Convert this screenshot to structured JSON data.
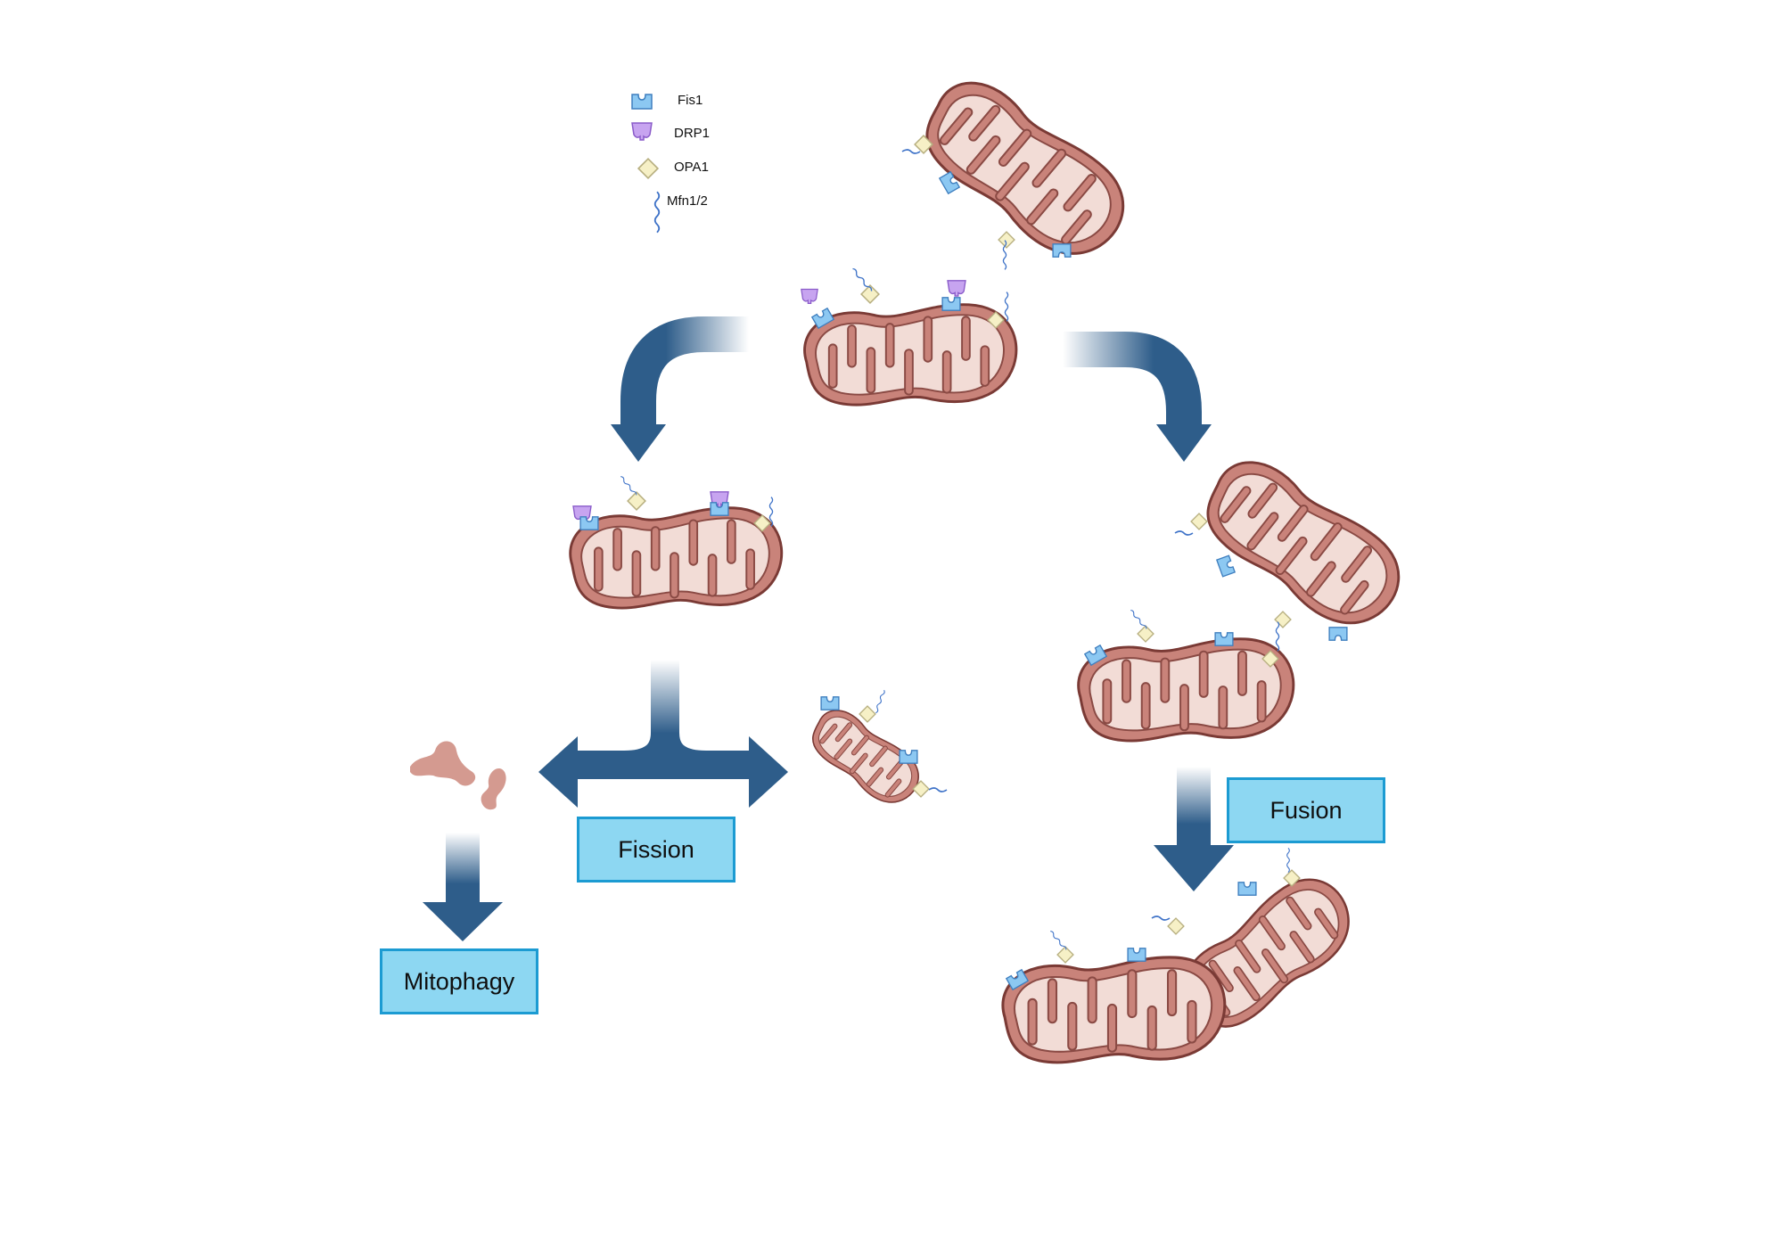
{
  "legend": {
    "fis1": "Fis1",
    "drp1": "DRP1",
    "opa1": "OPA1",
    "mfn": "Mfn1/2"
  },
  "labels": {
    "fission": "Fission",
    "fusion": "Fusion",
    "mitophagy": "Mitophagy"
  },
  "colors": {
    "mito_outer": "#C9837A",
    "mito_inner": "#F2DCD6",
    "mito_outline": "#7A3A35",
    "arrow": "#2E5D8A",
    "fis1": "#8CC8F2",
    "drp1": "#C7A4F0",
    "opa1": "#F6F0C6",
    "mfn": "#3F73C8",
    "label_fill": "#8DD7F2",
    "label_border": "#1C9BD2",
    "fragment": "#D49A90"
  },
  "icons": [
    "fis1-icon",
    "drp1-icon",
    "opa1-icon",
    "mfn-icon",
    "mitochondrion-icon",
    "arrow-icon"
  ]
}
